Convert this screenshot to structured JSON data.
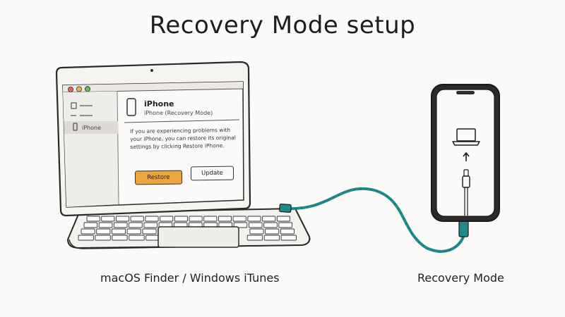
{
  "title": "Recovery Mode setup",
  "finder_window": {
    "sidebar_device": "iPhone",
    "device_name": "iPhone",
    "device_status": "iPhone (Recovery Mode)",
    "message": "If you are experiencing problems with your iPhone, you can restore its original settings by clicking Restore iPhone.",
    "restore_label": "Restore",
    "update_label": "Update"
  },
  "captions": {
    "computer": "macOS Finder / Windows iTunes",
    "phone": "Recovery Mode"
  },
  "colors": {
    "restore_button": "#eaa63f",
    "cable": "#1f8a8a",
    "traffic_red": "#e2655b",
    "traffic_yellow": "#e8b549",
    "traffic_green": "#68b85e"
  },
  "icons": {
    "phone_screen": [
      "laptop-icon",
      "arrow-up-icon",
      "lightning-connector-icon"
    ]
  }
}
